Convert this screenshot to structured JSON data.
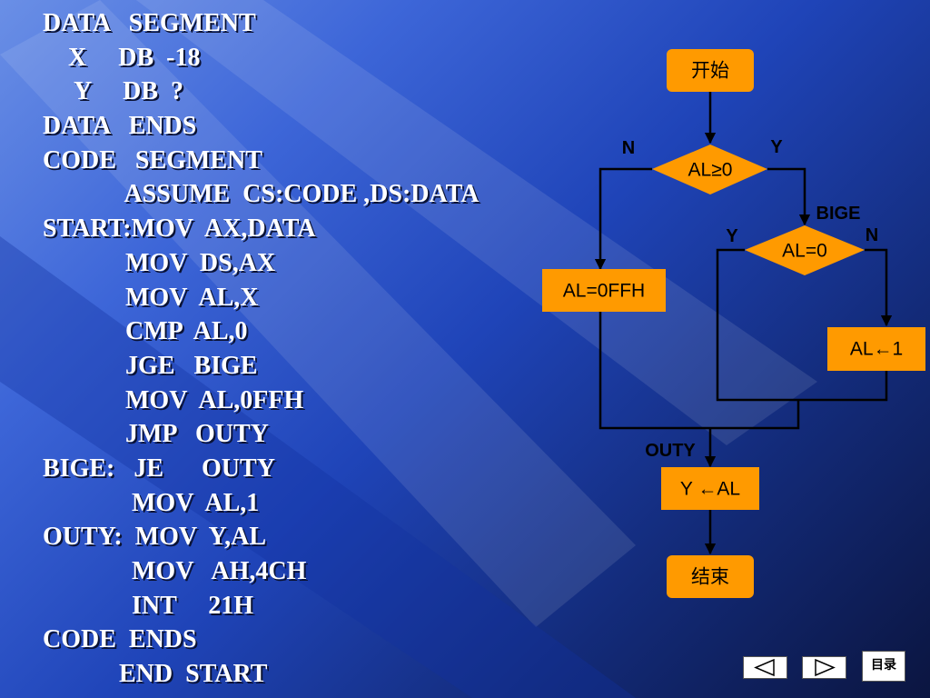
{
  "code": {
    "lines": [
      "DATA   SEGMENT",
      "    X     DB  -18",
      "     Y     DB  ?",
      "DATA   ENDS",
      "CODE   SEGMENT",
      "             ASSUME  CS:CODE ,DS:DATA",
      "START:MOV  AX,DATA",
      "             MOV  DS,AX",
      "             MOV  AL,X",
      "             CMP  AL,0",
      "             JGE   BIGE",
      "             MOV  AL,0FFH",
      "             JMP   OUTY",
      "BIGE:   JE      OUTY",
      "              MOV  AL,1",
      "OUTY:  MOV  Y,AL",
      "              MOV   AH,4CH",
      "              INT     21H",
      "CODE  ENDS",
      "            END  START"
    ]
  },
  "flowchart": {
    "start": "开始",
    "cond1": "AL≥0",
    "cond1_no": "N",
    "cond1_yes": "Y",
    "bige_label": "BIGE",
    "cond2": "AL=0",
    "cond2_yes": "Y",
    "cond2_no": "N",
    "set_ffh": "AL=0FFH",
    "set_one": "AL←1",
    "outy_label": "OUTY",
    "store": "Y ←AL",
    "end": "结束"
  },
  "nav": {
    "menu_label": "目录"
  },
  "colors": {
    "box": "#ff9a00",
    "code_text": "#ffffff"
  }
}
